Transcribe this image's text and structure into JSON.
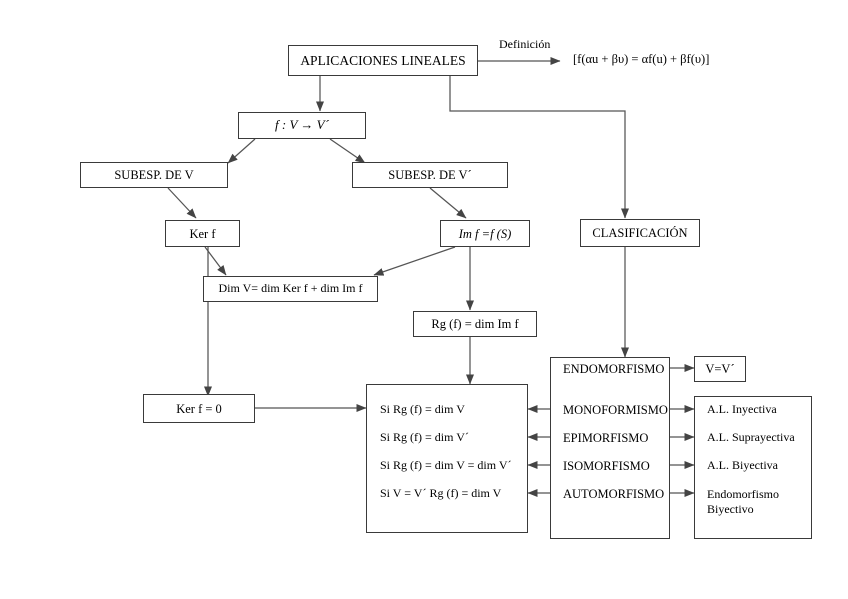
{
  "diagram": {
    "title_node": "APLICACIONES LINEALES",
    "definition_label": "Definición",
    "definition_formula": "[f(αu + βυ) = αf(u) + βf(υ)]",
    "map_node": "f :  V → V´",
    "subesp_v": "SUBESP. DE V",
    "subesp_vp": "SUBESP. DE V´",
    "ker_f": "Ker f",
    "im_f": "Im f =f (S)",
    "dim_relation": "Dim V= dim Ker f + dim Im f",
    "rank_relation": "Rg (f) = dim Im f",
    "clasificacion": "CLASIFICACIÓN",
    "ker_zero": "Ker f = 0",
    "conditions": [
      "Si Rg (f) = dim V",
      "Si Rg (f) = dim V´",
      "Si Rg (f) = dim V = dim V´",
      "Si V = V´  Rg (f) = dim V"
    ],
    "classification_types": [
      "ENDOMORFISMO",
      "MONOFORMISMO",
      "EPIMORFISMO",
      "ISOMORFISMO",
      "AUTOMORFISMO"
    ],
    "endomorfismo_result": "V=V´",
    "results": [
      "A.L. Inyectiva",
      "A.L. Suprayectiva",
      "A.L. Biyectiva",
      "Endomorfismo Biyectivo"
    ],
    "colors": {
      "stroke": "#3a3a3a",
      "wire": "#555555",
      "text": "#000000",
      "background": "#ffffff"
    }
  }
}
